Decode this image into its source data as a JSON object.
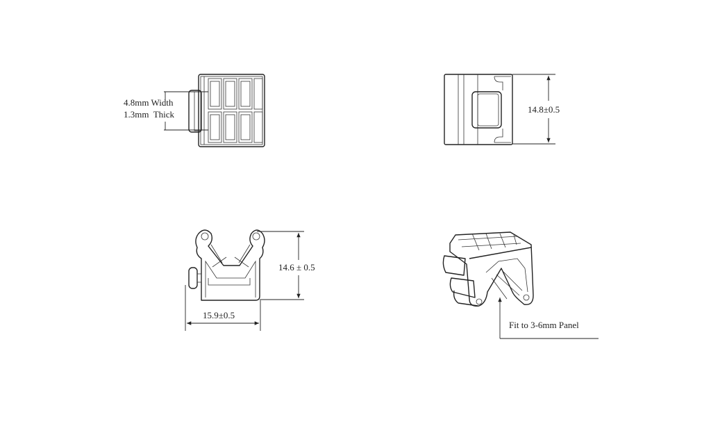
{
  "views": {
    "top_left": {
      "width_label": "4.8mm Width",
      "thick_label": "1.3mm  Thick"
    },
    "top_right": {
      "height_label": "14.8±0.5"
    },
    "bottom_left": {
      "height_label": "14.6 ± 0.5",
      "width_label": "15.9±0.5"
    },
    "bottom_right": {
      "panel_label": "Fit to 3-6mm Panel"
    }
  }
}
